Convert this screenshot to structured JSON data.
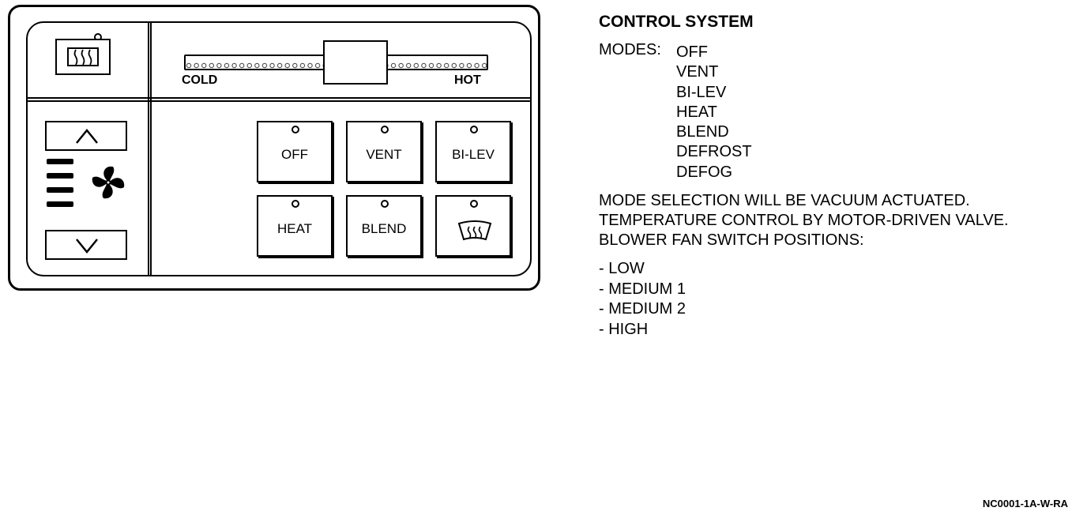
{
  "panel": {
    "temp_slider": {
      "cold_label": "COLD",
      "hot_label": "HOT"
    },
    "mode_buttons": [
      {
        "label": "OFF"
      },
      {
        "label": "VENT"
      },
      {
        "label": "BI-LEV"
      },
      {
        "label": "HEAT"
      },
      {
        "label": "BLEND"
      },
      {
        "label": "",
        "icon": "defrost-icon"
      }
    ],
    "top_left_button_icon": "defog-icon",
    "fan_icon": "fan-icon",
    "up_icon": "chevron-up-icon",
    "down_icon": "chevron-down-icon"
  },
  "text": {
    "title": "CONTROL SYSTEM",
    "modes_label": "MODES:",
    "modes": [
      "OFF",
      "VENT",
      "BI-LEV",
      "HEAT",
      "BLEND",
      "DEFROST",
      "DEFOG"
    ],
    "description": [
      "MODE SELECTION WILL BE VACUUM ACTUATED.",
      "TEMPERATURE CONTROL BY MOTOR-DRIVEN VALVE.",
      "BLOWER FAN SWITCH POSITIONS:"
    ],
    "fan_positions": [
      "- LOW",
      "- MEDIUM 1",
      "- MEDIUM 2",
      "- HIGH"
    ],
    "code": "NC0001-1A-W-RA"
  }
}
